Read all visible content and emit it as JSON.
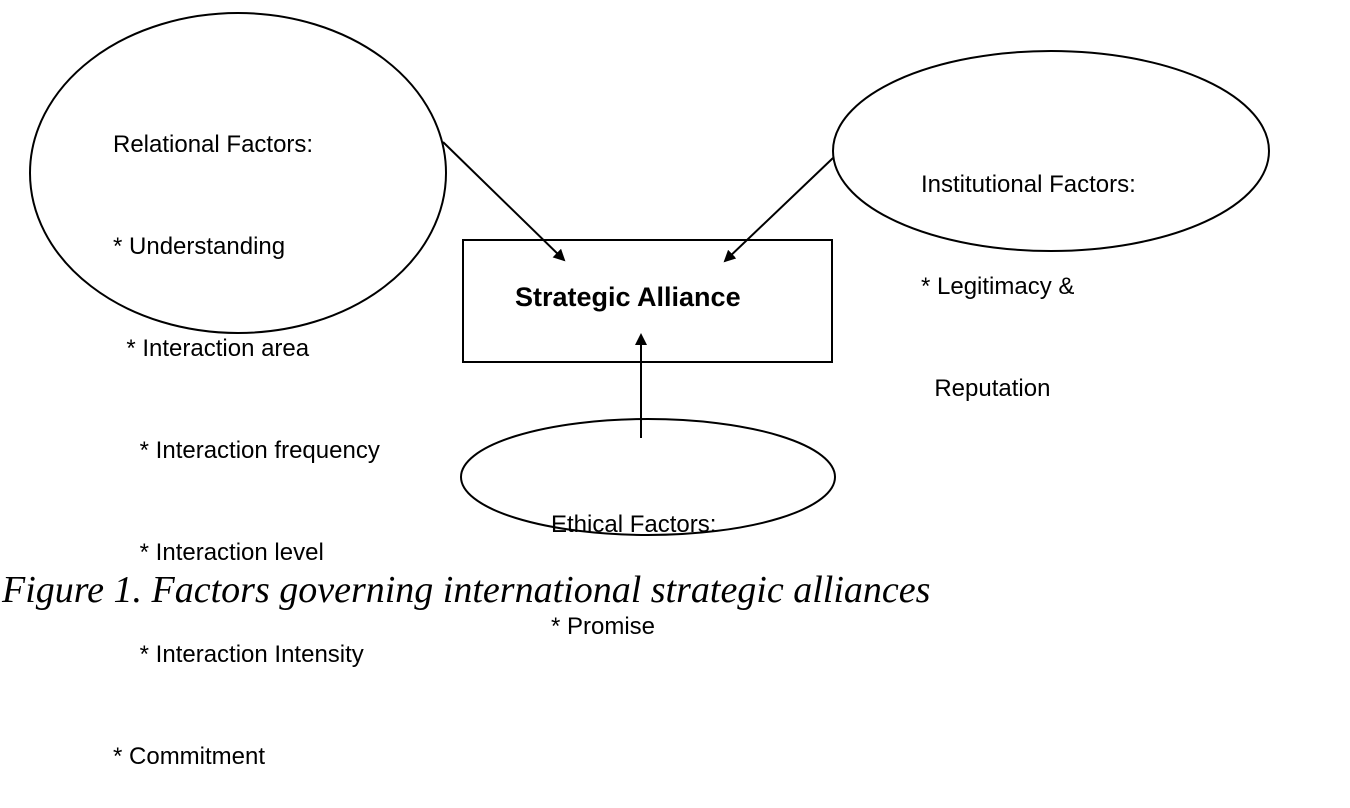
{
  "center": {
    "label": "Strategic Alliance"
  },
  "relational": {
    "title": "Relational Factors:",
    "items": [
      "* Understanding",
      "  * Interaction area",
      "    * Interaction frequency",
      "    * Interaction level",
      "    * Interaction Intensity",
      "* Commitment"
    ]
  },
  "institutional": {
    "title": "Institutional Factors:",
    "items": [
      "* Legitimacy &",
      "  Reputation"
    ]
  },
  "ethical": {
    "title": "Ethical Factors:",
    "items": [
      "* Promise"
    ]
  },
  "caption": "Figure 1. Factors governing international strategic alliances"
}
